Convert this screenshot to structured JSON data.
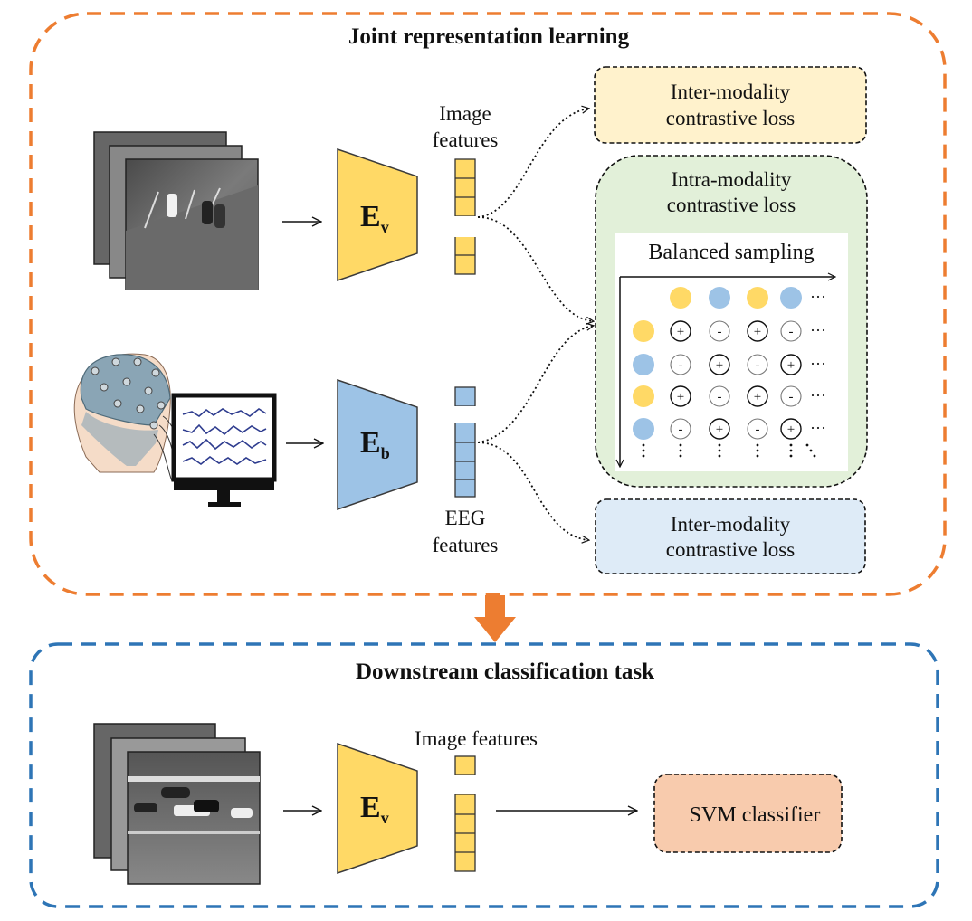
{
  "joint_section": {
    "title": "Joint representation learning",
    "border_color": "#ED7D31"
  },
  "downstream_section": {
    "title": "Downstream classification task",
    "border_color": "#2E75B6"
  },
  "encoders": {
    "visual": {
      "letter": "E",
      "subscript": "v",
      "color": "#FFD966"
    },
    "brain": {
      "letter": "E",
      "subscript": "b",
      "color": "#9DC3E6"
    },
    "visual_downstream": {
      "letter": "E",
      "subscript": "v",
      "color": "#FFD966"
    }
  },
  "labels": {
    "image_features_line1": "Image",
    "image_features_line2": "features",
    "eeg_features_line1": "EEG",
    "eeg_features_line2": "features",
    "downstream_image_features": "Image features"
  },
  "losses": {
    "inter_top": {
      "line1": "Inter-modality",
      "line2": "contrastive loss",
      "color": "#FFF2CC"
    },
    "intra": {
      "line1": "Intra-modality",
      "line2": "contrastive loss",
      "color": "#E2F0D9"
    },
    "inter_bottom": {
      "line1": "Inter-modality",
      "line2": "contrastive loss",
      "color": "#DEEBF7"
    }
  },
  "balanced_sampling": {
    "title": "Balanced sampling",
    "header_colors": [
      "yellow",
      "blue",
      "yellow",
      "blue"
    ],
    "row_colors": [
      "yellow",
      "blue",
      "yellow",
      "blue"
    ],
    "matrix": [
      [
        "+",
        "-",
        "+",
        "-"
      ],
      [
        "-",
        "+",
        "-",
        "+"
      ],
      [
        "+",
        "-",
        "+",
        "-"
      ],
      [
        "-",
        "+",
        "-",
        "+"
      ]
    ],
    "ellipsis": "···",
    "palette": {
      "yellow": "#FFD966",
      "blue": "#9DC3E6"
    }
  },
  "classifier": {
    "label": "SVM classifier",
    "color": "#F8CBAD"
  },
  "colors": {
    "feature_yellow": "#FFD966",
    "feature_blue": "#9DC3E6",
    "eeg_trace": "#2F3D8F",
    "transition_arrow": "#ED7D31"
  }
}
